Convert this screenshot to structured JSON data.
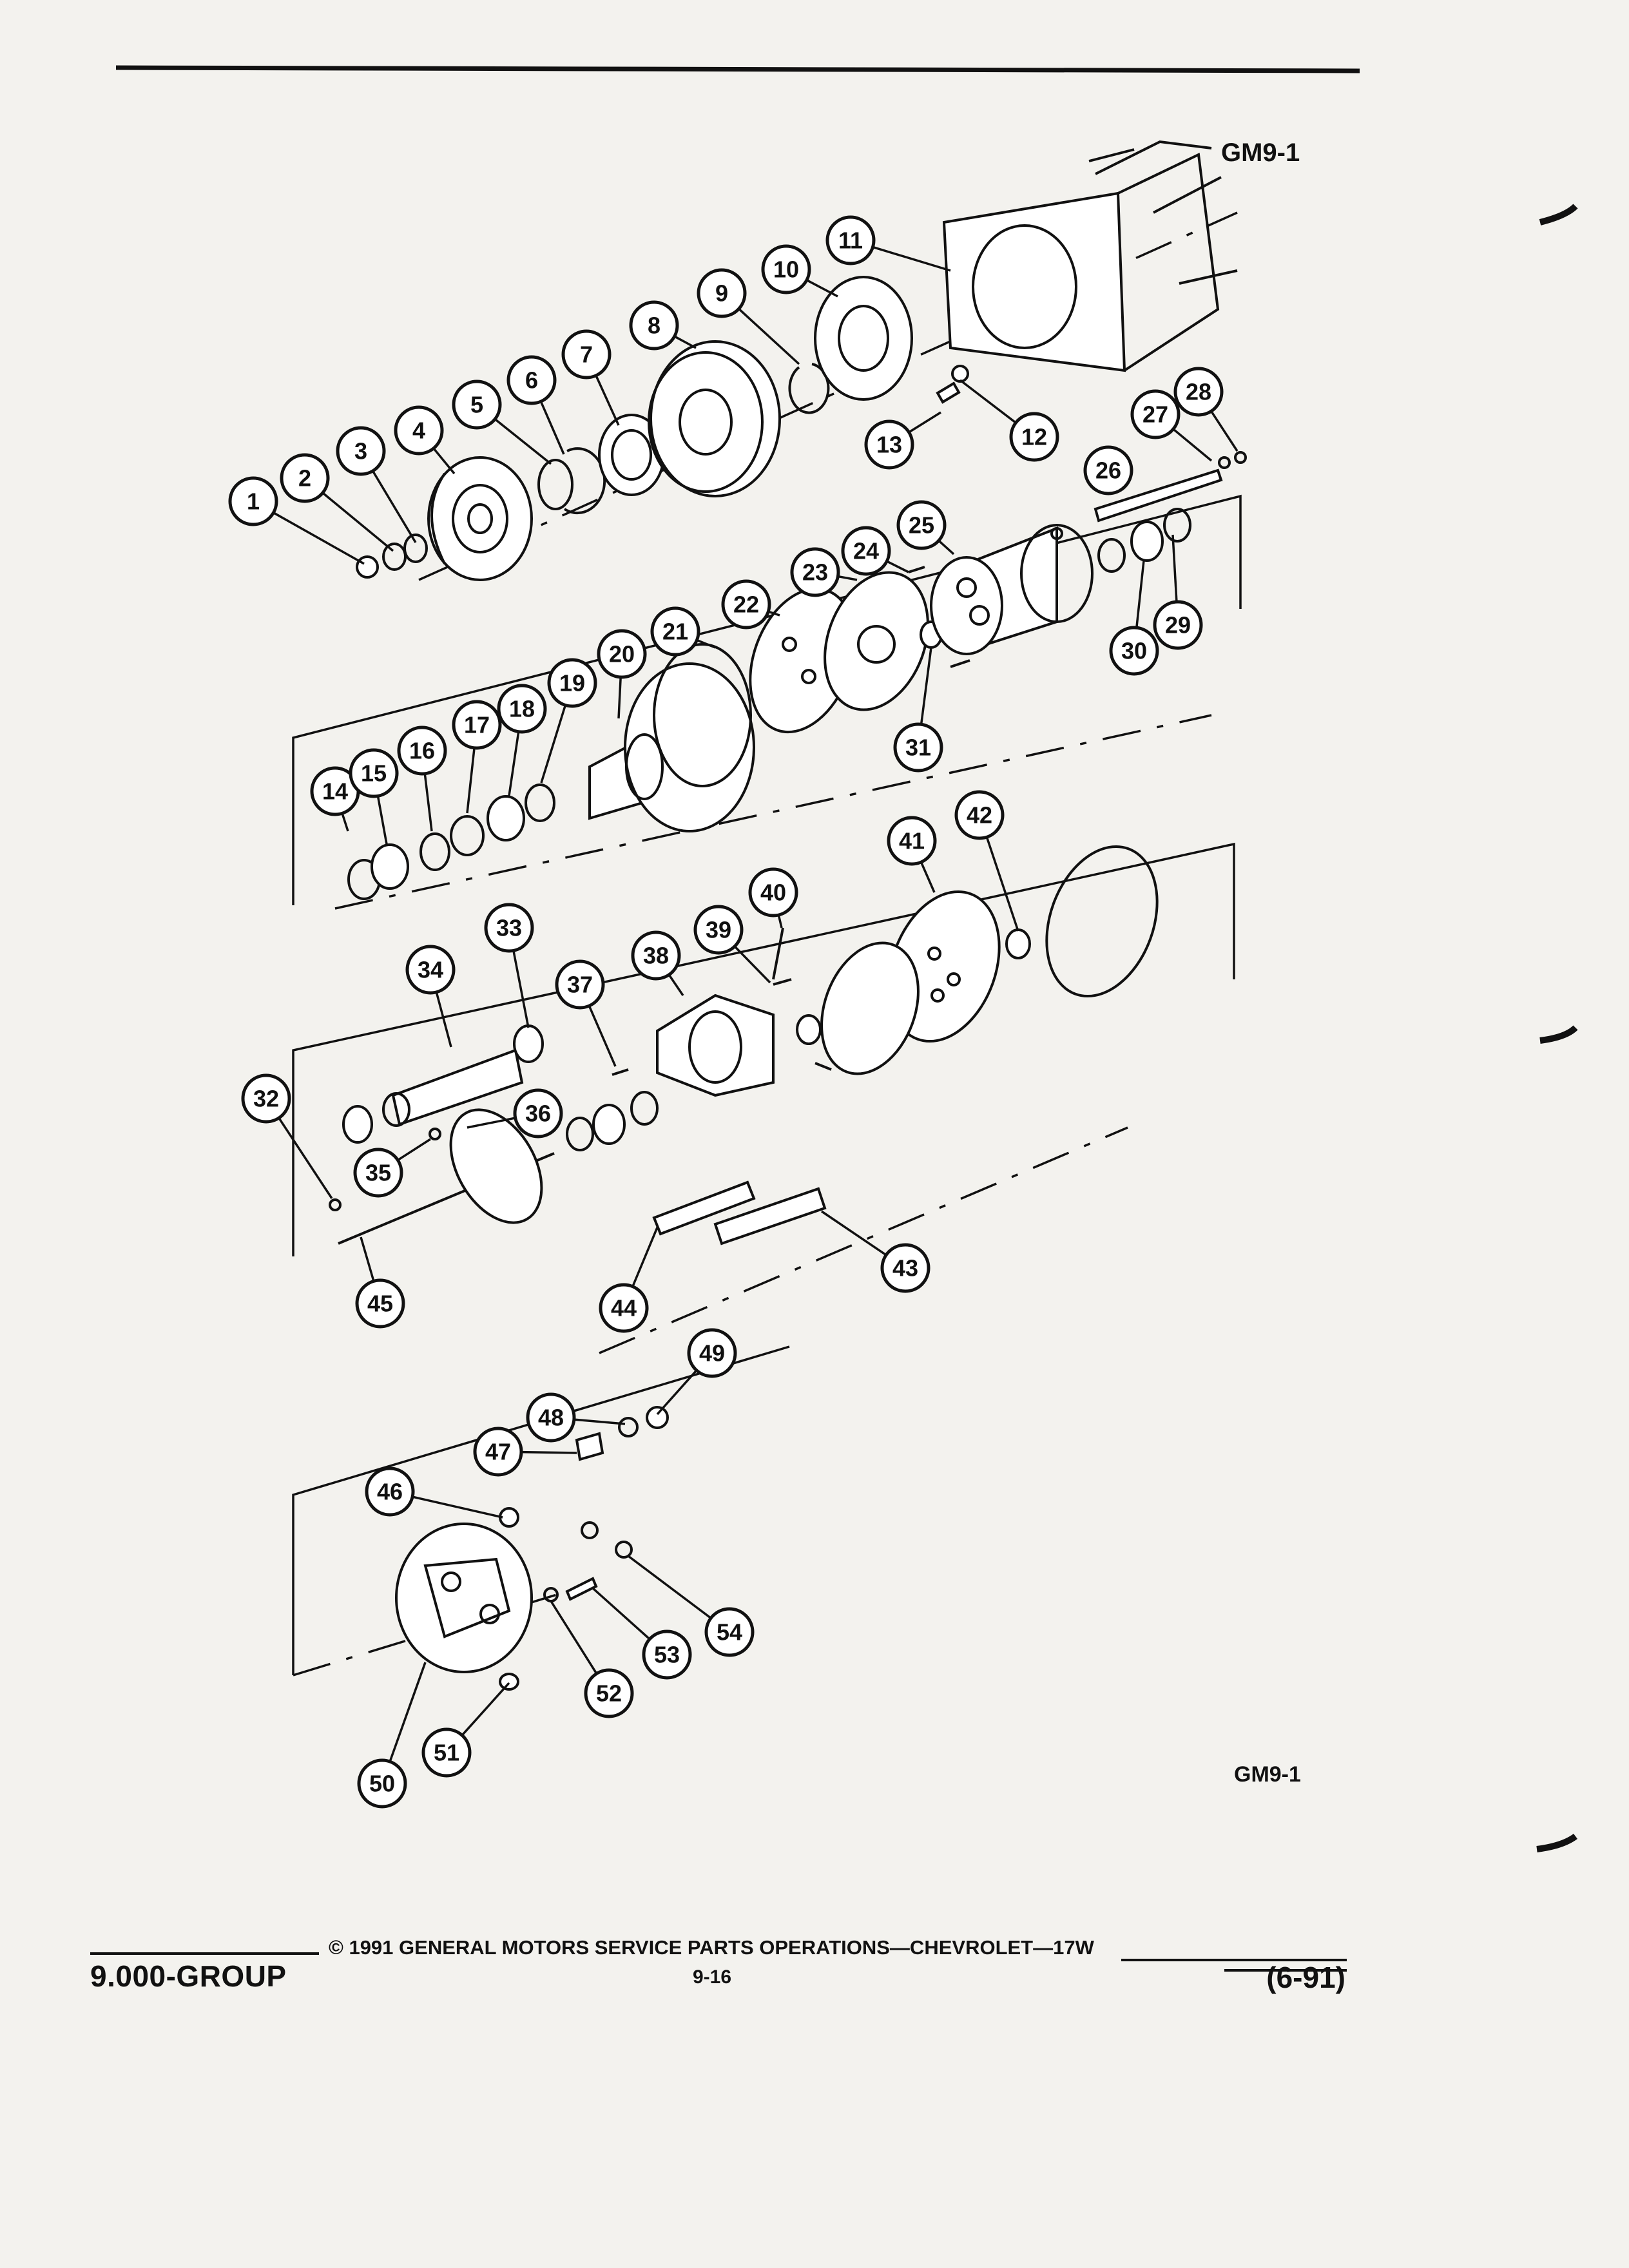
{
  "figure": {
    "label_top": "GM9-1",
    "label_bottom": "GM9-1"
  },
  "callouts": [
    "1",
    "2",
    "3",
    "4",
    "5",
    "6",
    "7",
    "8",
    "9",
    "10",
    "11",
    "12",
    "13",
    "14",
    "15",
    "16",
    "17",
    "18",
    "19",
    "20",
    "21",
    "22",
    "23",
    "24",
    "25",
    "26",
    "27",
    "28",
    "29",
    "30",
    "31",
    "32",
    "33",
    "34",
    "35",
    "36",
    "37",
    "38",
    "39",
    "40",
    "41",
    "42",
    "43",
    "44",
    "45",
    "46",
    "47",
    "48",
    "49",
    "50",
    "51",
    "52",
    "53",
    "54"
  ],
  "footer": {
    "group": "9.000-GROUP",
    "copyright": "© 1991 GENERAL MOTORS SERVICE PARTS OPERATIONS—CHEVROLET—17W",
    "page_number": "9-16",
    "revision": "(6-91)"
  }
}
